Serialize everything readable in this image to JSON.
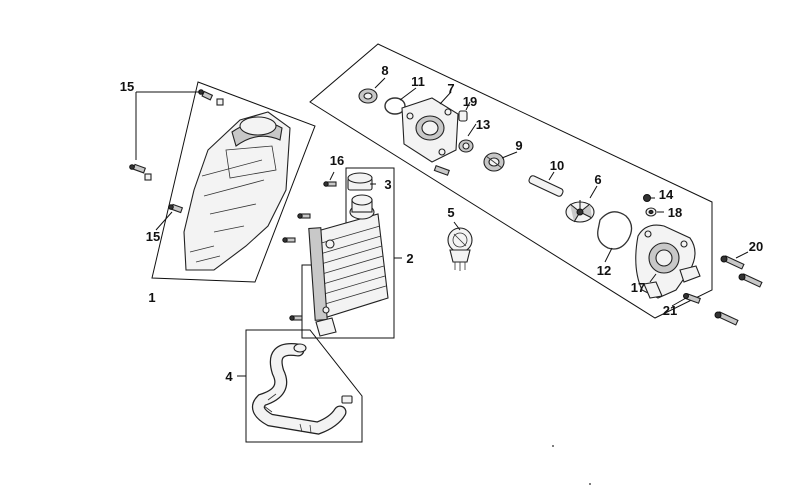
{
  "callouts": {
    "c1": "1",
    "c2": "2",
    "c3": "3",
    "c4": "4",
    "c5": "5",
    "c6": "6",
    "c7": "7",
    "c8": "8",
    "c9": "9",
    "c10": "10",
    "c11": "11",
    "c12": "12",
    "c13": "13",
    "c14": "14",
    "c15a": "15",
    "c15b": "15",
    "c16": "16",
    "c17": "17",
    "c18": "18",
    "c19": "19",
    "c20": "20",
    "c21": "21"
  },
  "colors": {
    "line": "#111111",
    "part_fill": "#f3f3f3",
    "shade": "#c8c8c8",
    "background": "#ffffff"
  },
  "icons": [
    "cover-part",
    "radiator-part",
    "hose-part",
    "thermostat-part",
    "pump-body-part",
    "bolt-part"
  ]
}
